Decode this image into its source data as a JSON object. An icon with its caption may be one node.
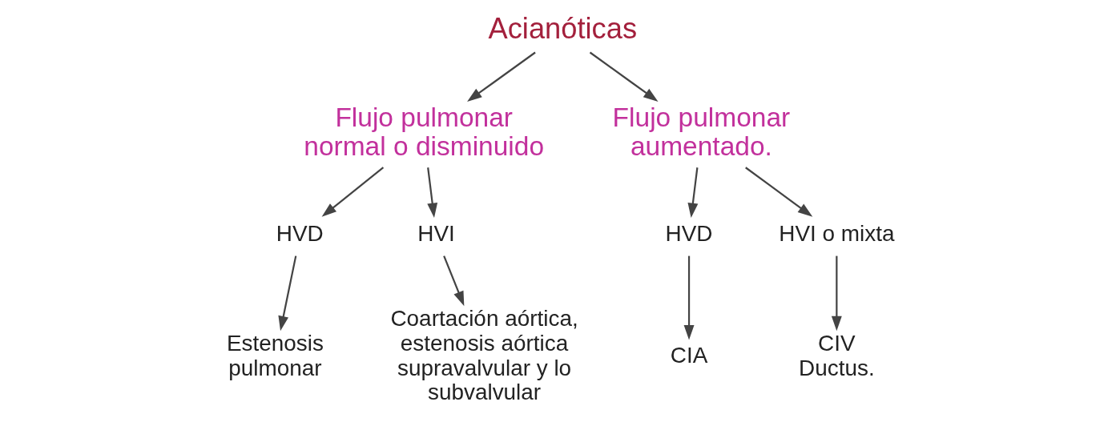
{
  "diagram": {
    "nodes": [
      {
        "text": [
          "Acianóticas"
        ]
      },
      {
        "text": [
          "Flujo pulmonar normal o disminuido"
        ]
      },
      {
        "text": [
          "Flujo pulmonar aumentado."
        ]
      },
      {
        "text": [
          "HVD"
        ]
      },
      {
        "text": [
          "HVI"
        ]
      },
      {
        "text": [
          "HVD"
        ]
      },
      {
        "text": [
          "HVI o mixta"
        ]
      },
      {
        "text": [
          "Estenosis pulmonar"
        ]
      },
      {
        "text": [
          "Coartación aórtica, estenosis aórtica supravalvular y lo subvalvular"
        ]
      },
      {
        "text": [
          "CIA"
        ]
      },
      {
        "text": [
          "CIV Ductus."
        ]
      }
    ],
    "edges": [
      {
        "from": 0,
        "to": 1,
        "arrow": "to"
      },
      {
        "from": 0,
        "to": 2,
        "arrow": "to"
      },
      {
        "from": 1,
        "to": 3,
        "arrow": "to"
      },
      {
        "from": 1,
        "to": 4,
        "arrow": "to"
      },
      {
        "from": 2,
        "to": 5,
        "arrow": "to"
      },
      {
        "from": 2,
        "to": 6,
        "arrow": "to"
      },
      {
        "from": 3,
        "to": 7,
        "arrow": "to"
      },
      {
        "from": 4,
        "to": 8,
        "arrow": "to"
      },
      {
        "from": 5,
        "to": 9,
        "arrow": "to"
      },
      {
        "from": 6,
        "to": 10,
        "arrow": "to"
      }
    ]
  }
}
